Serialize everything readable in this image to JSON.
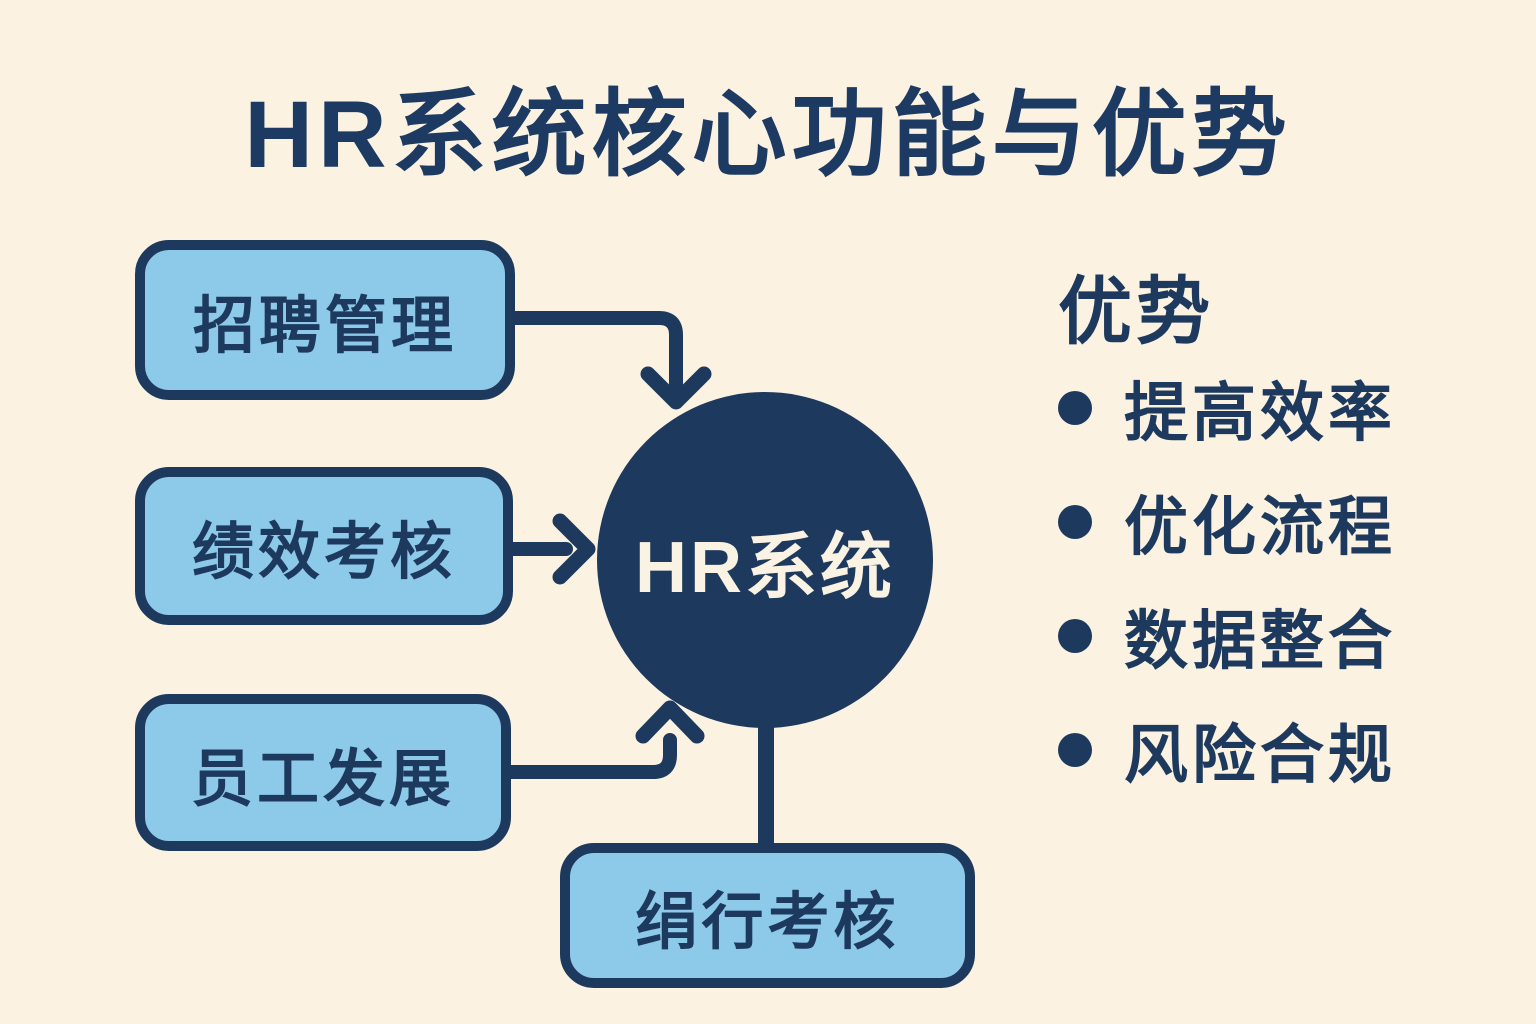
{
  "title": "HR系统核心功能与优势",
  "center": {
    "label": "HR系统"
  },
  "functions": [
    {
      "label": "招聘管理"
    },
    {
      "label": "绩效考核"
    },
    {
      "label": "员工发展"
    },
    {
      "label": "绢行考核"
    }
  ],
  "advantages": {
    "heading": "优势",
    "items": [
      "提高效率",
      "优化流程",
      "数据整合",
      "风险合规"
    ]
  },
  "icons": {
    "bullet": "filled-circle",
    "arrowheads": "chevron"
  },
  "colors": {
    "background": "#fbf2e2",
    "navy": "#1d3a5e",
    "light_blue": "#8dcaea",
    "text_on_navy": "#faf2e2"
  }
}
